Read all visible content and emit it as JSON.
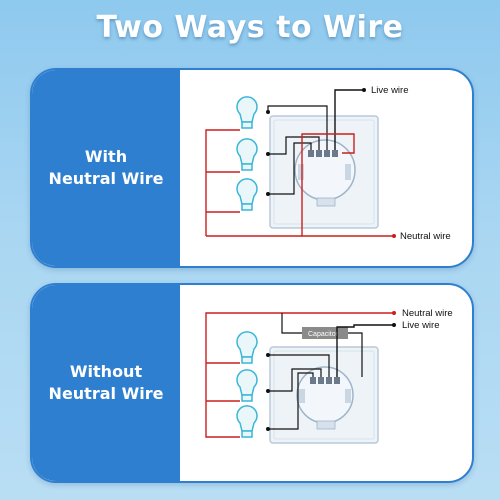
{
  "title": "Two Ways to Wire",
  "panels": [
    {
      "label_line1": "With",
      "label_line2": "Neutral Wire",
      "live_wire": "Live wire",
      "neutral_wire": "Neutral wire"
    },
    {
      "label_line1": "Without",
      "label_line2": "Neutral Wire",
      "neutral_wire": "Neutral wire",
      "live_wire": "Live wire",
      "capacitor": "Capacitor"
    }
  ],
  "colors": {
    "panel_blue": "#2f7fd0",
    "live": "#111111",
    "neutral": "#cc1e1e",
    "bulb": "#3ab6d6"
  }
}
